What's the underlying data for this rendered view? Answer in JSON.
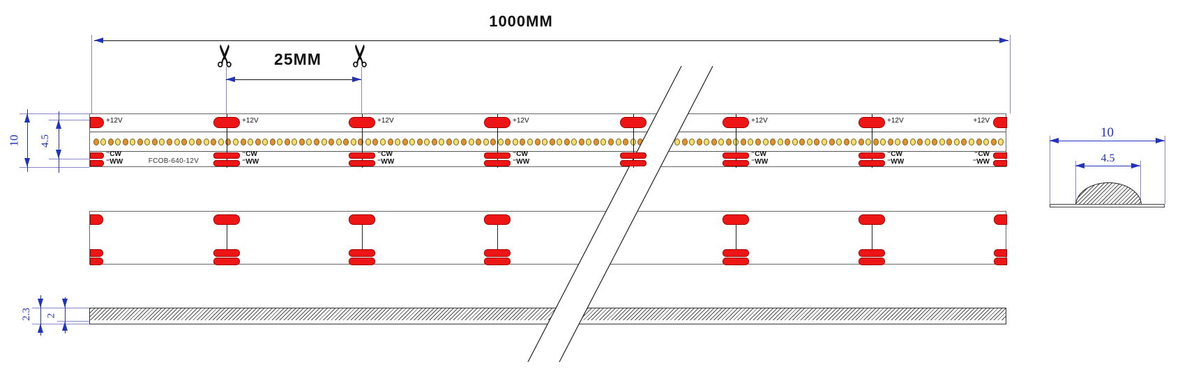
{
  "dims": {
    "overall": "1000MM",
    "cut_spacing": "25MM",
    "strip_width": "10",
    "phosphor_width": "4.5",
    "total_thickness": "2.3",
    "pcb_thickness": "2",
    "section_width": "10",
    "section_dome_width": "4.5"
  },
  "labels": {
    "model": "FCOB-640-12V",
    "positive": "+12V",
    "cool_white": "⁻CW",
    "warm_white": "⁻WW"
  },
  "icons": {
    "scissors": "✂"
  },
  "led": {
    "dot_count": 124
  },
  "colors": {
    "dim_blue": "#2233bb",
    "ext_blue": "#8888cc",
    "line_black": "#111111",
    "strip_border": "#666666",
    "pad_fill": "#ed1515",
    "pad_border": "#a00000",
    "dot_yellow": "#efe169",
    "dot_orange": "#e0922f",
    "dot_border": "#8a5a14",
    "hatch_gray": "#555555",
    "model_text": "#333333"
  }
}
